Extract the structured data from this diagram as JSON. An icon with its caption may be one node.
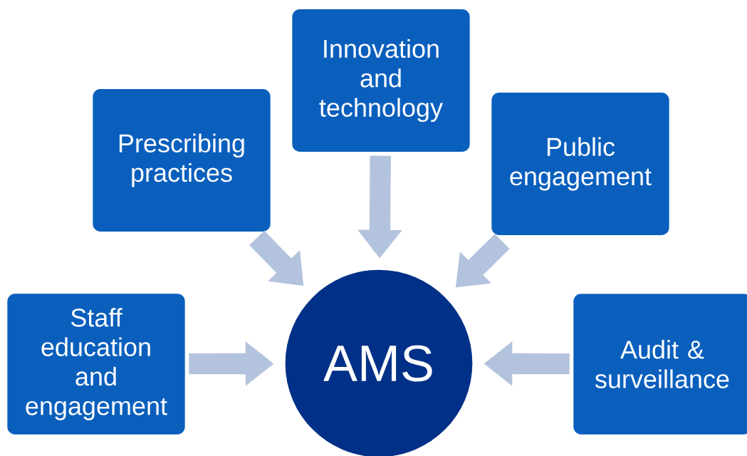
{
  "diagram": {
    "nodes": [
      {
        "text": [
          "Prescribing practices"
        ]
      },
      {
        "text": [
          "Innovation and technology"
        ]
      },
      {
        "text": [
          "Public engagement"
        ]
      },
      {
        "text": [
          "Staff education and engagement"
        ]
      },
      {
        "text": [
          "AMS"
        ]
      },
      {
        "text": [
          "Audit & surveillance"
        ]
      }
    ],
    "edges": [
      {
        "from": 0,
        "to": 4,
        "arrow": "to"
      },
      {
        "from": 1,
        "to": 4,
        "arrow": "to"
      },
      {
        "from": 2,
        "to": 4,
        "arrow": "to"
      },
      {
        "from": 3,
        "to": 4,
        "arrow": "to"
      },
      {
        "from": 5,
        "to": 4,
        "arrow": "to"
      }
    ]
  }
}
